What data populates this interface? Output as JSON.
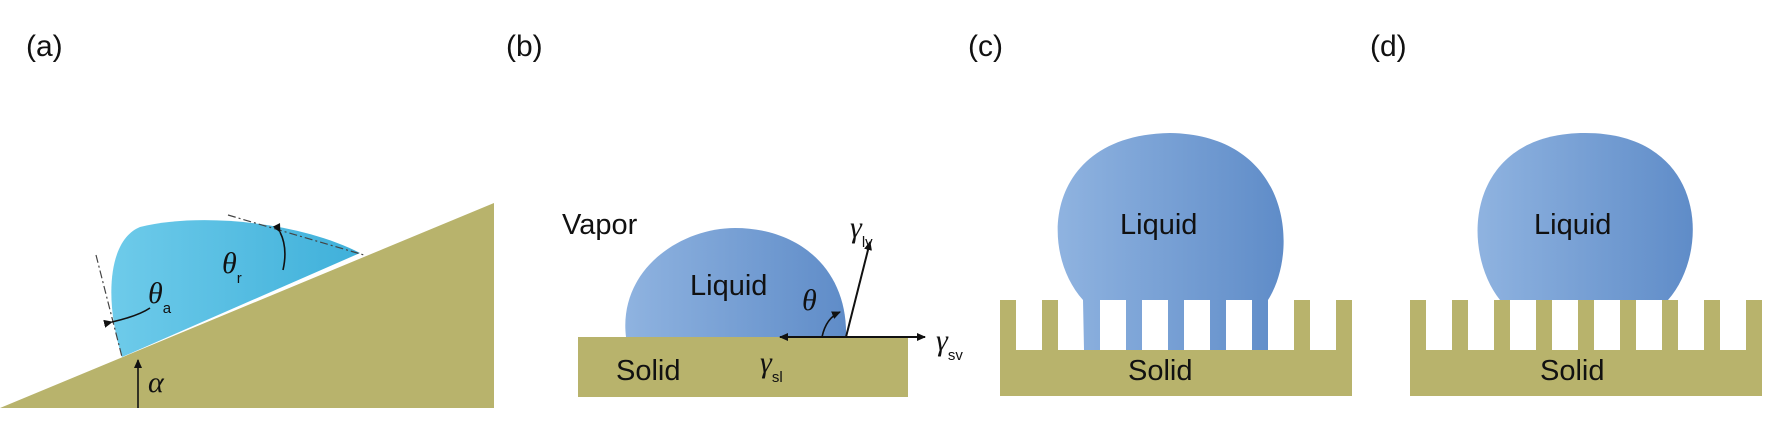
{
  "panels": {
    "a": {
      "label": "(a)",
      "theta_a": "θ",
      "theta_a_sub": "a",
      "theta_r": "θ",
      "theta_r_sub": "r",
      "alpha": "α"
    },
    "b": {
      "label": "(b)",
      "vapor": "Vapor",
      "liquid": "Liquid",
      "solid": "Solid",
      "theta": "θ",
      "gamma_lv": "γ",
      "gamma_lv_sub": "lv",
      "gamma_sv": "γ",
      "gamma_sv_sub": "sv",
      "gamma_sl": "γ",
      "gamma_sl_sub": "sl"
    },
    "c": {
      "label": "(c)",
      "liquid": "Liquid",
      "solid": "Solid"
    },
    "d": {
      "label": "(d)",
      "liquid": "Liquid",
      "solid": "Solid"
    }
  },
  "colors": {
    "solid": "#b8b36c",
    "liquid_blue": "#6e97cf",
    "liquid_cyan": "#4fb8dc"
  }
}
